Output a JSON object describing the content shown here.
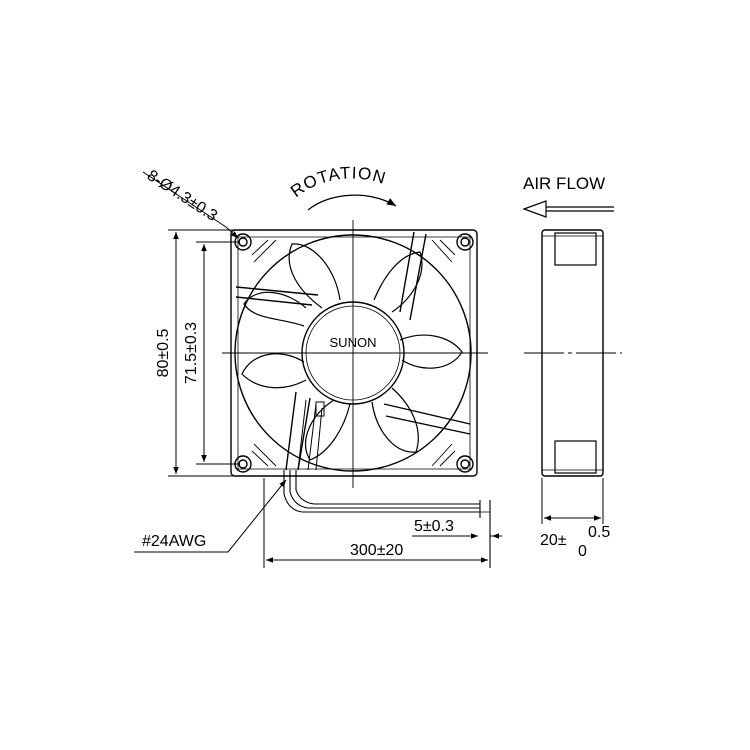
{
  "labels": {
    "holes": "8-Ø4.3±0.3",
    "rotation": "ROTATION",
    "airflow": "AIR FLOW",
    "height_outer": "80±0.5",
    "height_inner": "71.5±0.3",
    "brand": "SUNON",
    "wire_gauge": "#24AWG",
    "strip_length": "5±0.3",
    "lead_length": "300±20",
    "depth_base": "20±",
    "depth_plus": "0.5",
    "depth_minus": "0"
  }
}
